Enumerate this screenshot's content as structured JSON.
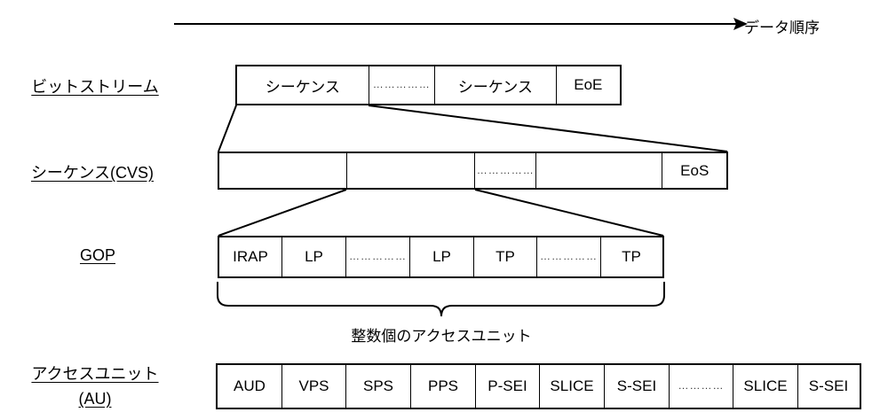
{
  "diagram": {
    "title_arrow": {
      "label": "データ順序",
      "direction": "left-to-right"
    },
    "rows": [
      {
        "id": "bitstream",
        "label_lines": [
          "ビットストリーム"
        ],
        "cells": [
          {
            "text": "シーケンス",
            "kind": "box"
          },
          {
            "text": "……………",
            "kind": "dots"
          },
          {
            "text": "シーケンス",
            "kind": "box"
          },
          {
            "text": "EoE",
            "kind": "box"
          }
        ]
      },
      {
        "id": "sequence-cvs",
        "label_lines": [
          "シーケンス(CVS)"
        ],
        "cells": [
          {
            "text": "",
            "kind": "box"
          },
          {
            "text": "",
            "kind": "box"
          },
          {
            "text": "……………",
            "kind": "dots"
          },
          {
            "text": "",
            "kind": "box"
          },
          {
            "text": "EoS",
            "kind": "box"
          }
        ]
      },
      {
        "id": "gop",
        "label_lines": [
          "GOP"
        ],
        "cells": [
          {
            "text": "IRAP",
            "kind": "box"
          },
          {
            "text": "LP",
            "kind": "box"
          },
          {
            "text": "……………",
            "kind": "dots"
          },
          {
            "text": "LP",
            "kind": "box"
          },
          {
            "text": "TP",
            "kind": "box"
          },
          {
            "text": "……………",
            "kind": "dots"
          },
          {
            "text": "TP",
            "kind": "box"
          }
        ]
      },
      {
        "id": "access-unit",
        "label_lines": [
          "アクセスユニット",
          "(AU)"
        ],
        "cells": [
          {
            "text": "AUD",
            "kind": "box"
          },
          {
            "text": "VPS",
            "kind": "box"
          },
          {
            "text": "SPS",
            "kind": "box"
          },
          {
            "text": "PPS",
            "kind": "box"
          },
          {
            "text": "P-SEI",
            "kind": "box"
          },
          {
            "text": "SLICE",
            "kind": "box"
          },
          {
            "text": "S-SEI",
            "kind": "box"
          },
          {
            "text": "…………",
            "kind": "dots"
          },
          {
            "text": "SLICE",
            "kind": "box"
          },
          {
            "text": "S-SEI",
            "kind": "box"
          }
        ]
      }
    ],
    "brace_caption": "整数個のアクセスユニット",
    "colors": {
      "stroke": "#000000",
      "background": "#ffffff",
      "text": "#000000"
    }
  }
}
